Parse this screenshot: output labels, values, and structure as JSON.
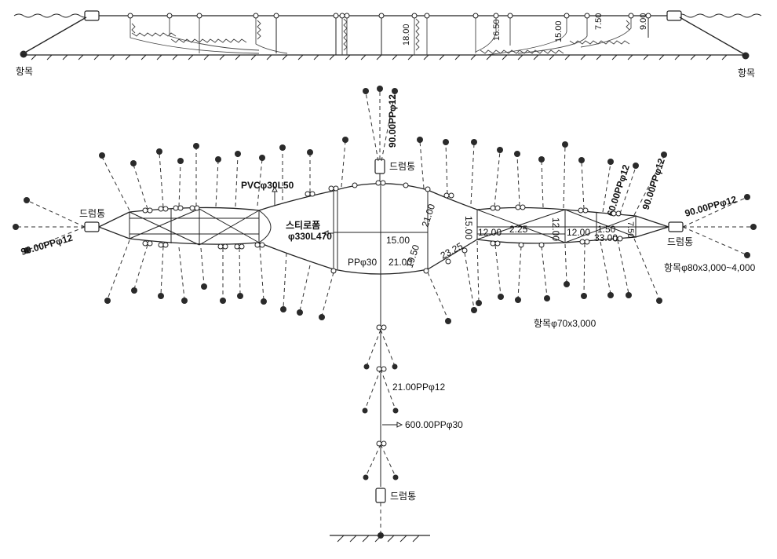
{
  "side_view": {
    "anchor_left": "항목",
    "anchor_right": "항목",
    "dims": {
      "d1": "18.00",
      "d2": "16.50",
      "d3": "15.00",
      "d4": "7.50",
      "d5": "9.00"
    }
  },
  "plan_view": {
    "drum_left": "드럼통",
    "drum_right": "드럼통",
    "drum_top": "드럼통",
    "drum_bottom": "드럼통",
    "top_rope": "90.00PPφ12",
    "left_rope": "90.00PPφ12",
    "right_rope": "90.00PPφ12",
    "right_rope_a": "60.00PPφ12",
    "right_rope_b": "90.00PPφ12",
    "pvc": "PVCφ30L50",
    "styrofoam_1": "스티로폼",
    "styrofoam_2": "φ330L470",
    "pp30": "PPφ30",
    "dim_15_center": "15.00",
    "dim_21_bottom": "21.00",
    "dim_21_slant": "21.00",
    "dim_1950": "19.50",
    "dim_2325": "23.25",
    "dim_15_vert": "15.00",
    "dim_12_a": "12.00",
    "dim_225": "2.25",
    "dim_12_b": "12.00",
    "dim_12_c": "12.00",
    "dim_150": "1.50",
    "dim_33": "33.00",
    "dim_750": "7.50",
    "anchor_70": "항목φ70x3,000",
    "anchor_80": "항목φ80x3,000~4,000",
    "lead_rope": "21.00PPφ12",
    "main_rope": "600.00PPφ30"
  }
}
